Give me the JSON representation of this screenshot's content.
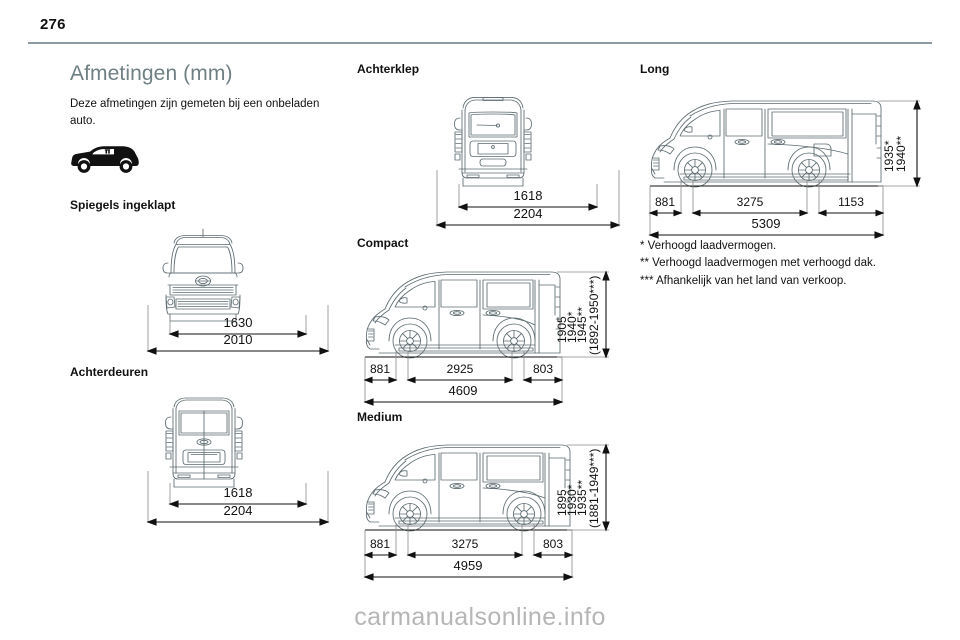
{
  "page": {
    "number": "276",
    "watermark": "carmanualsonline.info"
  },
  "chapter": {
    "title": "Afmetingen (mm)",
    "intro": "Deze afmetingen zijn gemeten bij een onbeladen auto.",
    "vehicle_icon": "van-silhouette-icon"
  },
  "sections": {
    "mirrors_folded": {
      "title": "Spiegels ingeklapt",
      "view": "front",
      "dims": {
        "inner": "1630",
        "outer": "2010"
      }
    },
    "rear_doors": {
      "title": "Achterdeuren",
      "view": "rear",
      "dims": {
        "inner": "1618",
        "outer": "2204"
      }
    },
    "tailgate": {
      "title": "Achterklep",
      "view": "rear",
      "dims": {
        "inner": "1618",
        "outer": "2204"
      }
    },
    "compact": {
      "title": "Compact",
      "view": "side",
      "dims": {
        "front_overhang": "881",
        "wheelbase": "2925",
        "rear_overhang": "803",
        "total_length": "4609"
      },
      "heights": [
        "1905",
        "1940*",
        "1945**",
        "(1892-1950***)"
      ]
    },
    "medium": {
      "title": "Medium",
      "view": "side",
      "dims": {
        "front_overhang": "881",
        "wheelbase": "3275",
        "rear_overhang": "803",
        "total_length": "4959"
      },
      "heights": [
        "1895",
        "1930*",
        "1935**",
        "(1881-1949***)"
      ]
    },
    "long": {
      "title": "Long",
      "view": "side",
      "dims": {
        "front_overhang": "881",
        "wheelbase": "3275",
        "rear_overhang": "1153",
        "total_length": "5309"
      },
      "heights": [
        "1935*",
        "1940**"
      ]
    }
  },
  "footnotes": [
    "* Verhoogd laadvermogen.",
    "** Verhoogd laadvermogen met verhoogd dak.",
    "*** Afhankelijk van het land van verkoop."
  ],
  "colors": {
    "title": "#6f8084",
    "rule": "#8d9aa0",
    "drawing": "#5c6b70",
    "watermark": "#b6b6b6"
  }
}
